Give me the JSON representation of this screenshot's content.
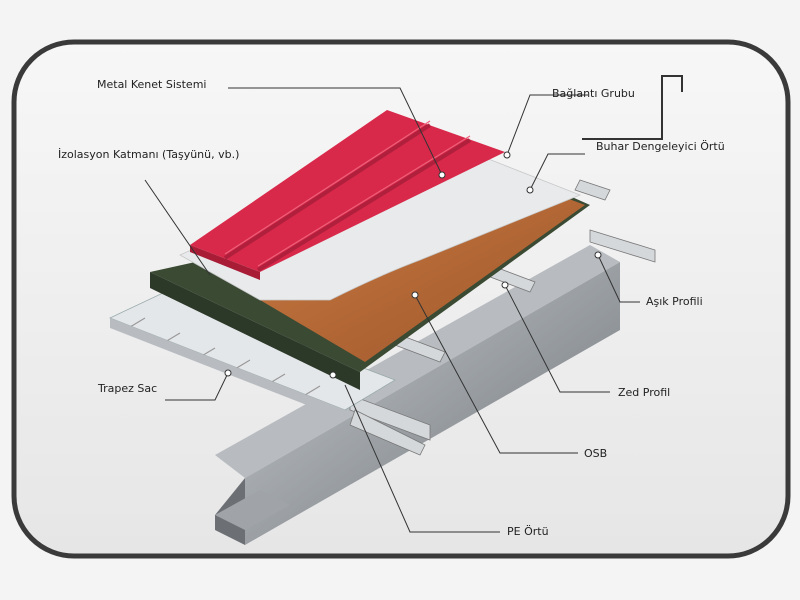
{
  "labels": {
    "metal_kenet": "Metal Kenet Sistemi",
    "baglanti": "Bağlantı Grubu",
    "izolasyon": "İzolasyon Katmanı (Taşyünü, vb.)",
    "buhar": "Buhar Dengeleyici Örtü",
    "asik": "Aşık Profili",
    "trapez": "Trapez Sac",
    "zed": "Zed Profil",
    "osb": "OSB",
    "pe": "PE Örtü"
  },
  "colors": {
    "metal": "#d8294a",
    "insulation": "#3a4a33",
    "osb": "#b86a35",
    "membrane": "#e8eaec",
    "steel": "#8a8f94",
    "frame": "#3a3a3a"
  }
}
